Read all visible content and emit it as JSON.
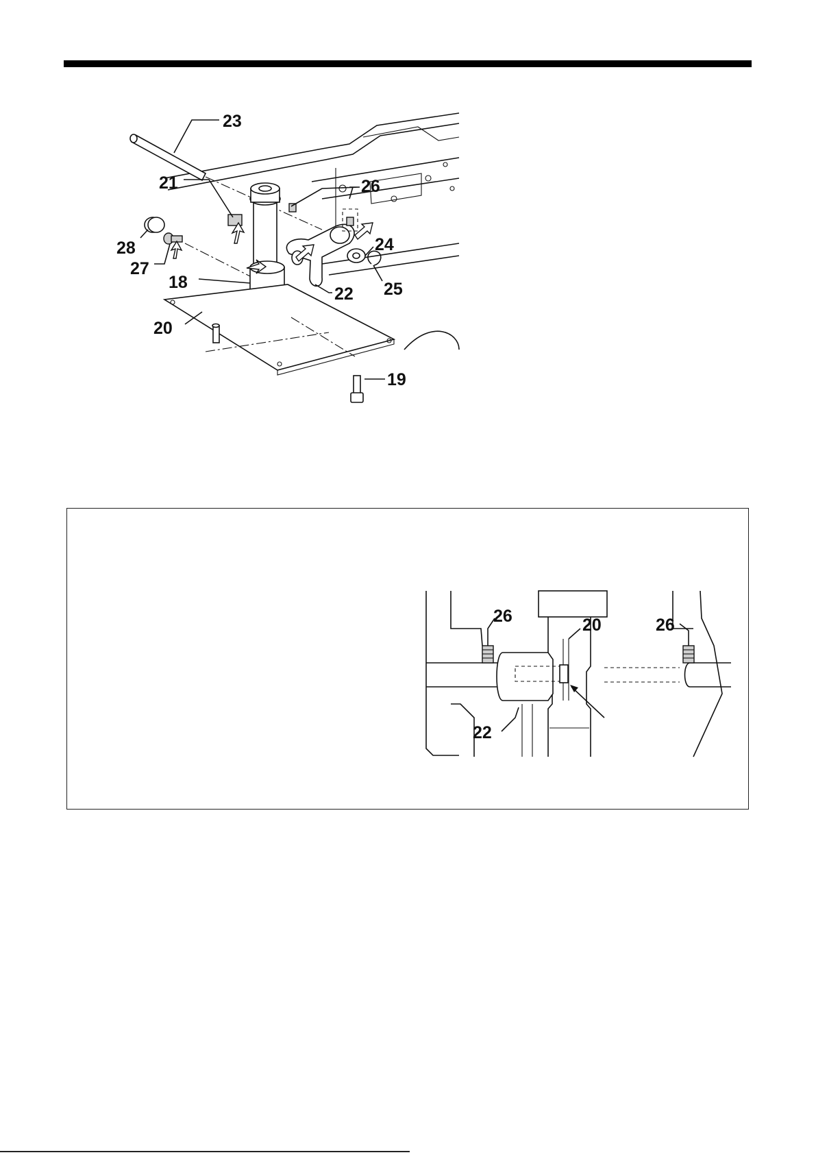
{
  "exploded_view": {
    "part_labels": {
      "p23": "23",
      "p21": "21",
      "p26": "26",
      "p28": "28",
      "p24": "24",
      "p27": "27",
      "p18": "18",
      "p22": "22",
      "p25": "25",
      "p20": "20",
      "p19": "19"
    }
  },
  "detail_view": {
    "part_labels": {
      "p26_left": "26",
      "p20": "20",
      "p26_right": "26",
      "p22": "22"
    }
  }
}
